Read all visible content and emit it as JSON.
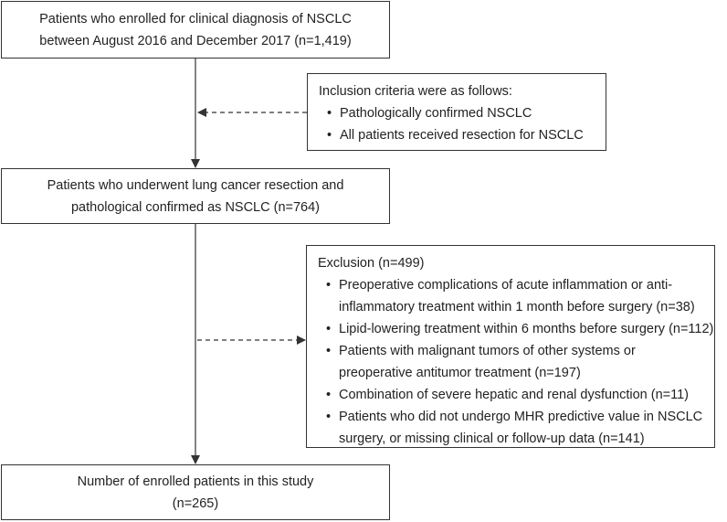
{
  "box1": {
    "line1": "Patients who enrolled for clinical diagnosis of NSCLC",
    "line2": "between August 2016 and December 2017 (n=1,419)"
  },
  "inclusion": {
    "heading": "Inclusion criteria were as follows:",
    "items": [
      "Pathologically confirmed NSCLC",
      "All patients received resection for NSCLC"
    ]
  },
  "box2": {
    "line1": "Patients who underwent lung cancer resection and",
    "line2": "pathological confirmed as NSCLC (n=764)"
  },
  "exclusion": {
    "heading": "Exclusion (n=499)",
    "items": [
      {
        "line1": "Preoperative complications of acute inflammation or anti-",
        "line2": "inflammatory treatment within 1 month before surgery (n=38)"
      },
      {
        "line1": "Lipid-lowering treatment within 6 months before surgery (n=112)"
      },
      {
        "line1": "Patients with malignant tumors of other systems or",
        "line2": "preoperative antitumor treatment (n=197)"
      },
      {
        "line1": "Combination of severe hepatic and renal dysfunction (n=11)"
      },
      {
        "line1": "Patients who did not undergo MHR predictive value in NSCLC",
        "line2": "surgery, or missing clinical or follow-up data (n=141)"
      }
    ]
  },
  "box3": {
    "line1": "Number of enrolled patients in this study",
    "line2": "(n=265)"
  },
  "bullet_symbol": "•",
  "colors": {
    "border": "#333333",
    "text": "#222222",
    "arrow": "#333333"
  }
}
